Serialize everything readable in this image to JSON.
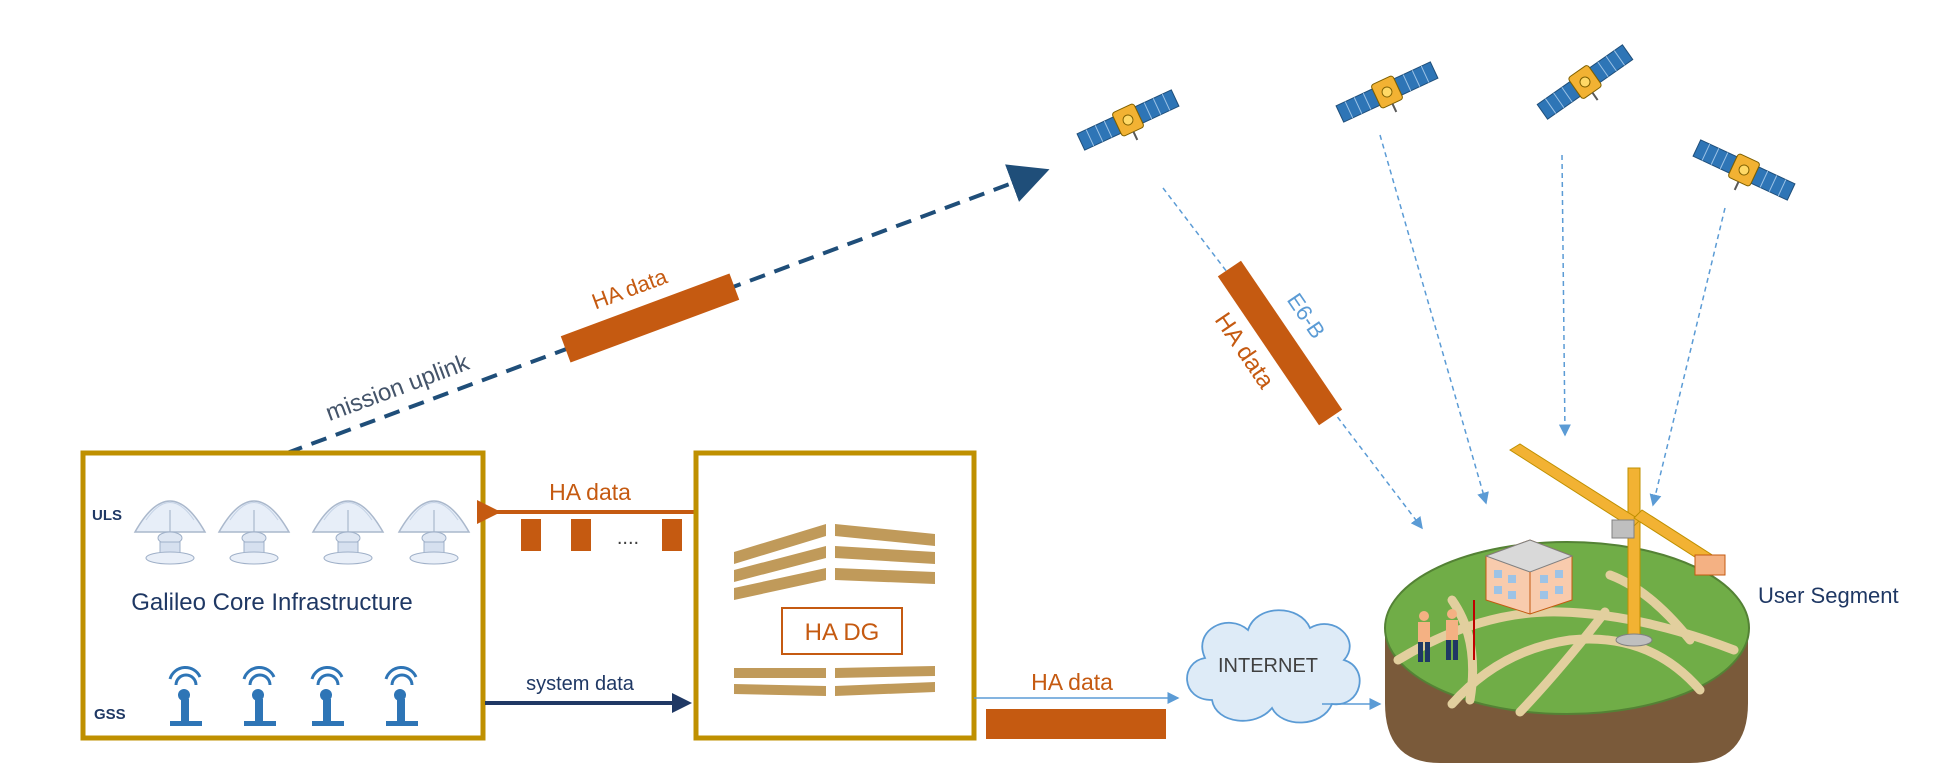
{
  "labels": {
    "mission_uplink": "mission uplink",
    "uplink_ha_data": "HA data",
    "e6b": "E6-B",
    "e6b_ha_data": "HA data",
    "core_to_gcs_ha_data": "HA data",
    "dots": "....",
    "system_data": "system data",
    "ha_dg": "HA DG",
    "internet_ha_data": "HA data",
    "internet": "INTERNET",
    "user_segment": "User Segment",
    "galileo_core": "Galileo Core Infrastructure",
    "uls": "ULS",
    "gss": "GSS"
  },
  "colors": {
    "orange": "#c55a11",
    "navy": "#1f3864",
    "dashed_uplink": "#1f4e79",
    "gold_border": "#bf9000",
    "light_blue": "#5b9bd5",
    "tan": "#c09a5a",
    "internet_fill": "#deebf7"
  },
  "icons": {
    "satellite": "satellite-icon",
    "uplink_station": "satellite-dish-icon",
    "sensor_station": "sensor-station-icon",
    "data_center": "server-building-icon",
    "cloud": "cloud-icon",
    "construction_site": "construction-site-island"
  }
}
